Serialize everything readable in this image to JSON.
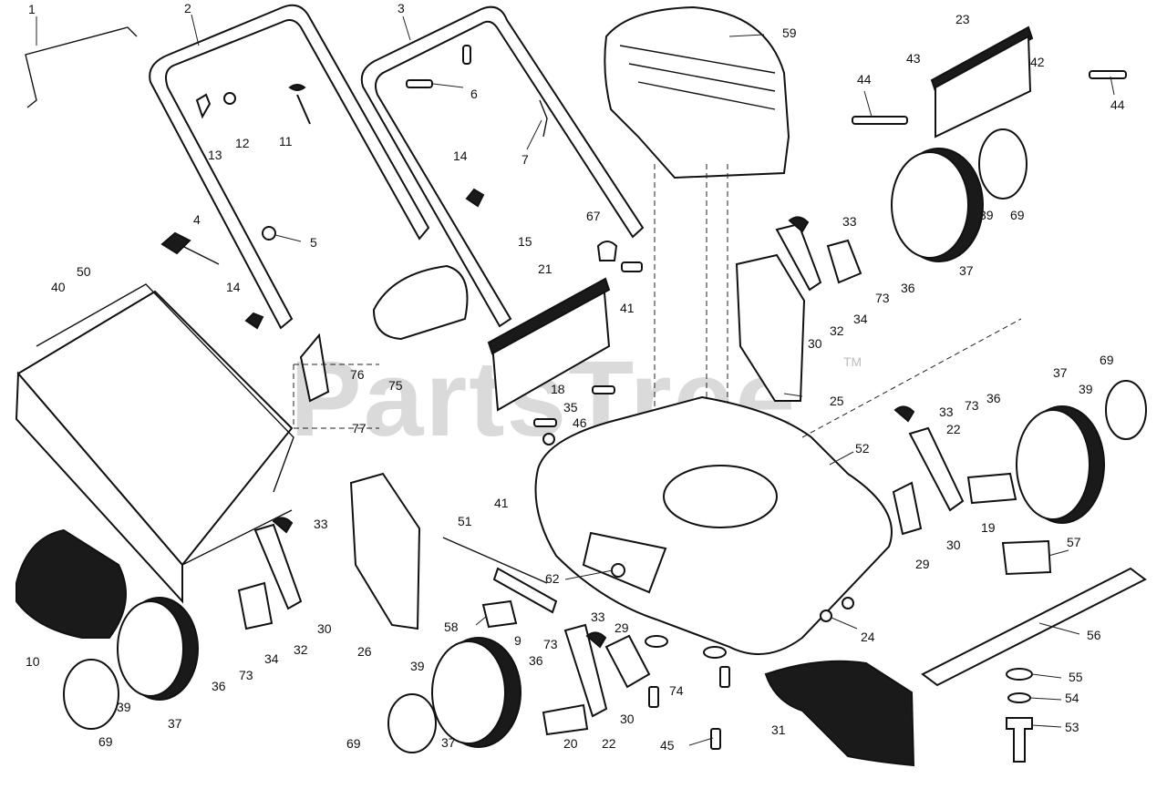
{
  "watermark": {
    "text": "PartsTree",
    "trademark": "TM"
  },
  "labels": [
    {
      "id": "l1",
      "text": "1"
    },
    {
      "id": "l2",
      "text": "2"
    },
    {
      "id": "l3",
      "text": "3"
    },
    {
      "id": "l4",
      "text": "4"
    },
    {
      "id": "l5",
      "text": "5"
    },
    {
      "id": "l6",
      "text": "6"
    },
    {
      "id": "l7",
      "text": "7"
    },
    {
      "id": "l9",
      "text": "9"
    },
    {
      "id": "l10",
      "text": "10"
    },
    {
      "id": "l11",
      "text": "11"
    },
    {
      "id": "l12",
      "text": "12"
    },
    {
      "id": "l13",
      "text": "13"
    },
    {
      "id": "l14a",
      "text": "14"
    },
    {
      "id": "l14b",
      "text": "14"
    },
    {
      "id": "l15",
      "text": "15"
    },
    {
      "id": "l18",
      "text": "18"
    },
    {
      "id": "l19",
      "text": "19"
    },
    {
      "id": "l20",
      "text": "20"
    },
    {
      "id": "l21",
      "text": "21"
    },
    {
      "id": "l22a",
      "text": "22"
    },
    {
      "id": "l22b",
      "text": "22"
    },
    {
      "id": "l23",
      "text": "23"
    },
    {
      "id": "l24",
      "text": "24"
    },
    {
      "id": "l25",
      "text": "25"
    },
    {
      "id": "l26",
      "text": "26"
    },
    {
      "id": "l29a",
      "text": "29"
    },
    {
      "id": "l29b",
      "text": "29"
    },
    {
      "id": "l30a",
      "text": "30"
    },
    {
      "id": "l30b",
      "text": "30"
    },
    {
      "id": "l30c",
      "text": "30"
    },
    {
      "id": "l30d",
      "text": "30"
    },
    {
      "id": "l31",
      "text": "31"
    },
    {
      "id": "l32a",
      "text": "32"
    },
    {
      "id": "l32b",
      "text": "32"
    },
    {
      "id": "l33a",
      "text": "33"
    },
    {
      "id": "l33b",
      "text": "33"
    },
    {
      "id": "l33c",
      "text": "33"
    },
    {
      "id": "l33d",
      "text": "33"
    },
    {
      "id": "l34a",
      "text": "34"
    },
    {
      "id": "l34b",
      "text": "34"
    },
    {
      "id": "l35",
      "text": "35"
    },
    {
      "id": "l36a",
      "text": "36"
    },
    {
      "id": "l36b",
      "text": "36"
    },
    {
      "id": "l36c",
      "text": "36"
    },
    {
      "id": "l36d",
      "text": "36"
    },
    {
      "id": "l37a",
      "text": "37"
    },
    {
      "id": "l37b",
      "text": "37"
    },
    {
      "id": "l37c",
      "text": "37"
    },
    {
      "id": "l37d",
      "text": "37"
    },
    {
      "id": "l39a",
      "text": "39"
    },
    {
      "id": "l39b",
      "text": "39"
    },
    {
      "id": "l39c",
      "text": "39"
    },
    {
      "id": "l39d",
      "text": "39"
    },
    {
      "id": "l40",
      "text": "40"
    },
    {
      "id": "l41a",
      "text": "41"
    },
    {
      "id": "l41b",
      "text": "41"
    },
    {
      "id": "l42",
      "text": "42"
    },
    {
      "id": "l43",
      "text": "43"
    },
    {
      "id": "l44a",
      "text": "44"
    },
    {
      "id": "l44b",
      "text": "44"
    },
    {
      "id": "l45",
      "text": "45"
    },
    {
      "id": "l46",
      "text": "46"
    },
    {
      "id": "l50",
      "text": "50"
    },
    {
      "id": "l51",
      "text": "51"
    },
    {
      "id": "l52",
      "text": "52"
    },
    {
      "id": "l53",
      "text": "53"
    },
    {
      "id": "l54",
      "text": "54"
    },
    {
      "id": "l55",
      "text": "55"
    },
    {
      "id": "l56",
      "text": "56"
    },
    {
      "id": "l57",
      "text": "57"
    },
    {
      "id": "l58",
      "text": "58"
    },
    {
      "id": "l59",
      "text": "59"
    },
    {
      "id": "l62",
      "text": "62"
    },
    {
      "id": "l67",
      "text": "67"
    },
    {
      "id": "l69a",
      "text": "69"
    },
    {
      "id": "l69b",
      "text": "69"
    },
    {
      "id": "l69c",
      "text": "69"
    },
    {
      "id": "l69d",
      "text": "69"
    },
    {
      "id": "l73a",
      "text": "73"
    },
    {
      "id": "l73b",
      "text": "73"
    },
    {
      "id": "l73c",
      "text": "73"
    },
    {
      "id": "l73d",
      "text": "73"
    },
    {
      "id": "l74",
      "text": "74"
    },
    {
      "id": "l75",
      "text": "75"
    },
    {
      "id": "l76",
      "text": "76"
    },
    {
      "id": "l77",
      "text": "77"
    }
  ]
}
